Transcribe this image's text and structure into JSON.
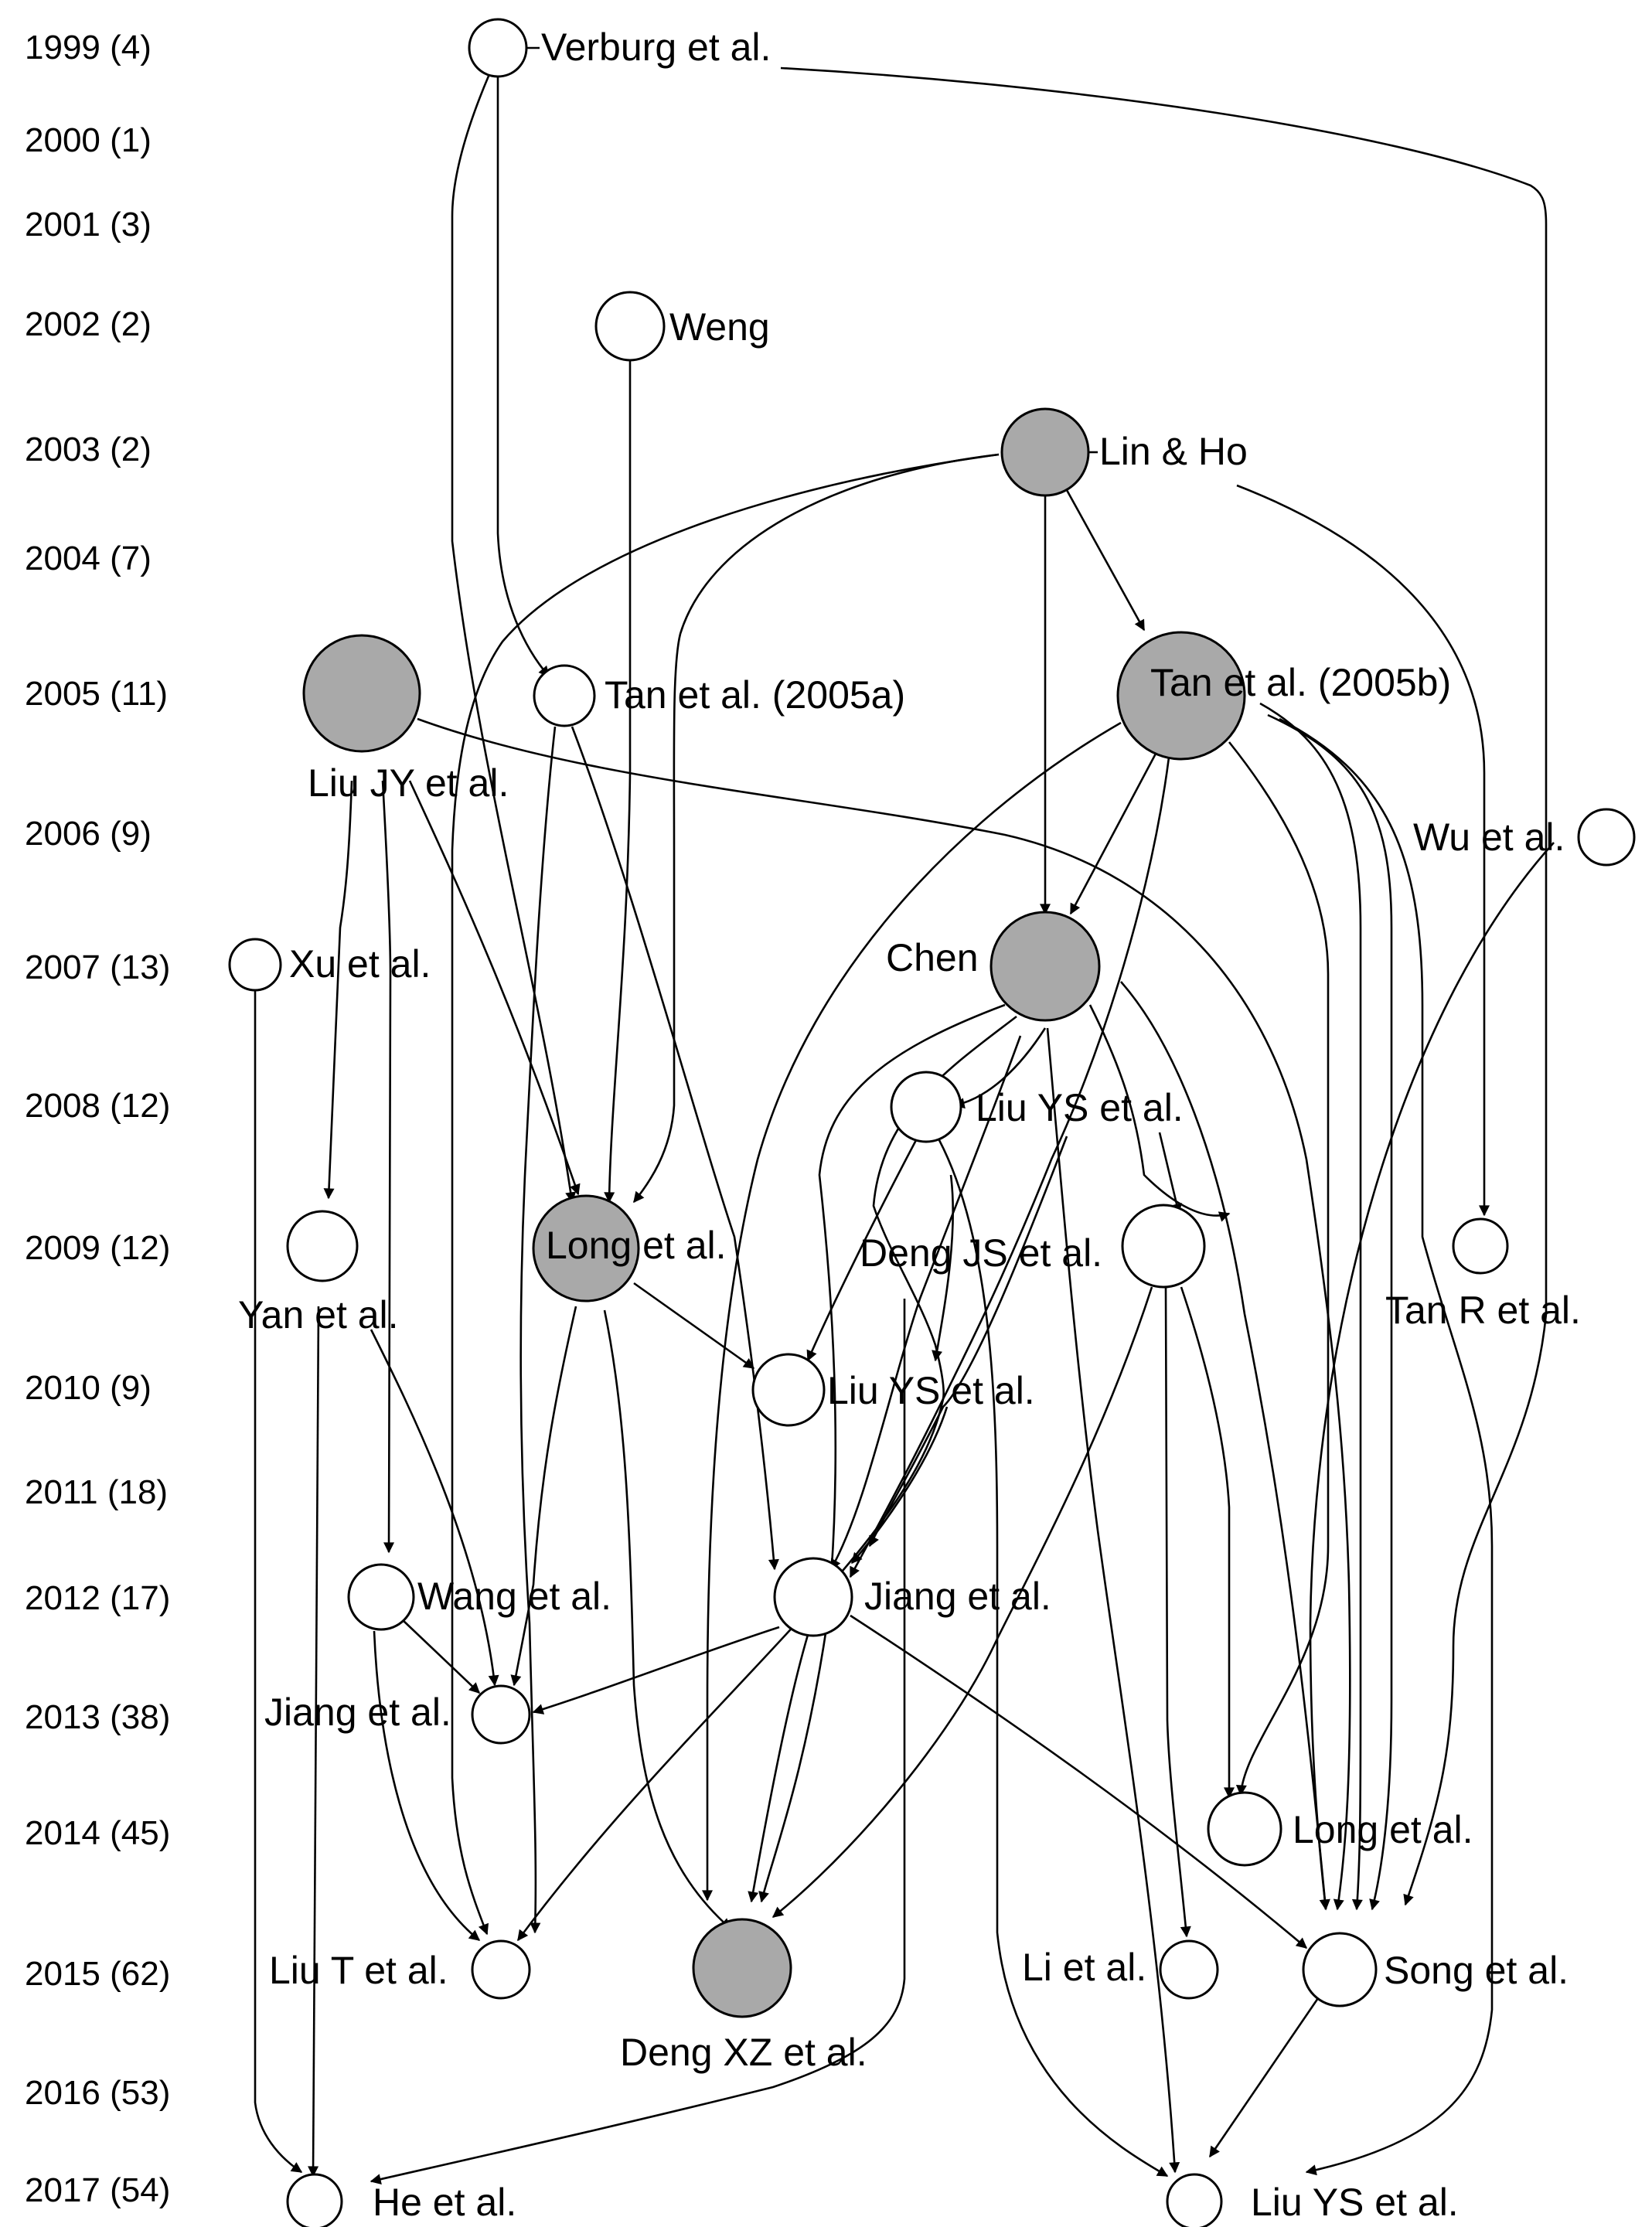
{
  "colors": {
    "highlight_fill": "#a9a9a9",
    "plain_fill": "#ffffff",
    "stroke": "#000000"
  },
  "years": [
    {
      "id": "y1999",
      "text": "1999 (4)"
    },
    {
      "id": "y2000",
      "text": "2000 (1)"
    },
    {
      "id": "y2001",
      "text": "2001 (3)"
    },
    {
      "id": "y2002",
      "text": "2002 (2)"
    },
    {
      "id": "y2003",
      "text": "2003 (2)"
    },
    {
      "id": "y2004",
      "text": "2004 (7)"
    },
    {
      "id": "y2005",
      "text": "2005 (11)"
    },
    {
      "id": "y2006",
      "text": "2006 (9)"
    },
    {
      "id": "y2007",
      "text": "2007 (13)"
    },
    {
      "id": "y2008",
      "text": "2008 (12)"
    },
    {
      "id": "y2009",
      "text": "2009 (12)"
    },
    {
      "id": "y2010",
      "text": "2010 (9)"
    },
    {
      "id": "y2011",
      "text": "2011 (18)"
    },
    {
      "id": "y2012",
      "text": "2012 (17)"
    },
    {
      "id": "y2013",
      "text": "2013 (38)"
    },
    {
      "id": "y2014",
      "text": "2014 (45)"
    },
    {
      "id": "y2015",
      "text": "2015 (62)"
    },
    {
      "id": "y2016",
      "text": "2016 (53)"
    },
    {
      "id": "y2017",
      "text": "2017 (54)"
    }
  ],
  "nodes": [
    {
      "id": "verburg",
      "label": "Verburg et al.",
      "highlight": false
    },
    {
      "id": "weng",
      "label": "Weng",
      "highlight": false
    },
    {
      "id": "linho",
      "label": "Lin & Ho",
      "highlight": true
    },
    {
      "id": "liujy",
      "label": "Liu JY et al.",
      "highlight": true
    },
    {
      "id": "tan05a",
      "label": "Tan et al. (2005a)",
      "highlight": false
    },
    {
      "id": "tan05b",
      "label": "Tan et al. (2005b)",
      "highlight": true
    },
    {
      "id": "wu",
      "label": "Wu et al.",
      "highlight": false
    },
    {
      "id": "xu",
      "label": "Xu et al.",
      "highlight": false
    },
    {
      "id": "chen",
      "label": "Chen",
      "highlight": true
    },
    {
      "id": "liuys08",
      "label": "Liu YS et al.",
      "highlight": false
    },
    {
      "id": "yan",
      "label": "Yan et al.",
      "highlight": false
    },
    {
      "id": "long09",
      "label": "Long et al.",
      "highlight": true
    },
    {
      "id": "dengjs",
      "label": "Deng JS et al.",
      "highlight": false
    },
    {
      "id": "tanr",
      "label": "Tan R et al.",
      "highlight": false
    },
    {
      "id": "liuys10",
      "label": "Liu YS et al.",
      "highlight": false
    },
    {
      "id": "wang",
      "label": "Wang et al.",
      "highlight": false
    },
    {
      "id": "jiang12",
      "label": "Jiang et al.",
      "highlight": false
    },
    {
      "id": "jiang13",
      "label": "Jiang et al.",
      "highlight": false
    },
    {
      "id": "long14",
      "label": "Long et al.",
      "highlight": false
    },
    {
      "id": "liut",
      "label": "Liu T et al.",
      "highlight": false
    },
    {
      "id": "dengxz",
      "label": "Deng XZ et al.",
      "highlight": true
    },
    {
      "id": "li",
      "label": "Li et al.",
      "highlight": false
    },
    {
      "id": "song",
      "label": "Song et al.",
      "highlight": false
    },
    {
      "id": "he",
      "label": "He et al.",
      "highlight": false
    },
    {
      "id": "liuys17",
      "label": "Liu YS et al.",
      "highlight": false
    }
  ]
}
